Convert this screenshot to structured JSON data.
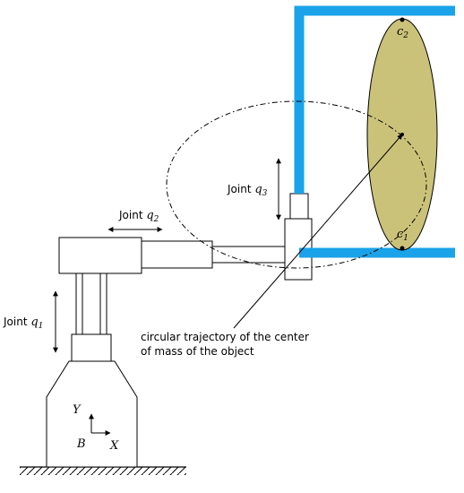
{
  "labels": {
    "joint_q1": {
      "prefix": "Joint ",
      "var": "q",
      "sub": "1"
    },
    "joint_q2": {
      "prefix": "Joint ",
      "var": "q",
      "sub": "2"
    },
    "joint_q3": {
      "prefix": "Joint ",
      "var": "q",
      "sub": "3"
    },
    "c1": {
      "var": "c",
      "sub": "1"
    },
    "c2": {
      "var": "c",
      "sub": "2"
    },
    "annotation_line1": "circular trajectory of the center",
    "annotation_line2": "of mass of the object",
    "frame_origin": "B",
    "axis_x": "X",
    "axis_y": "Y"
  },
  "colors": {
    "gripper": "#1aa3e8",
    "object_fill": "#cbc27a",
    "stroke": "#000000",
    "background": "#ffffff"
  }
}
